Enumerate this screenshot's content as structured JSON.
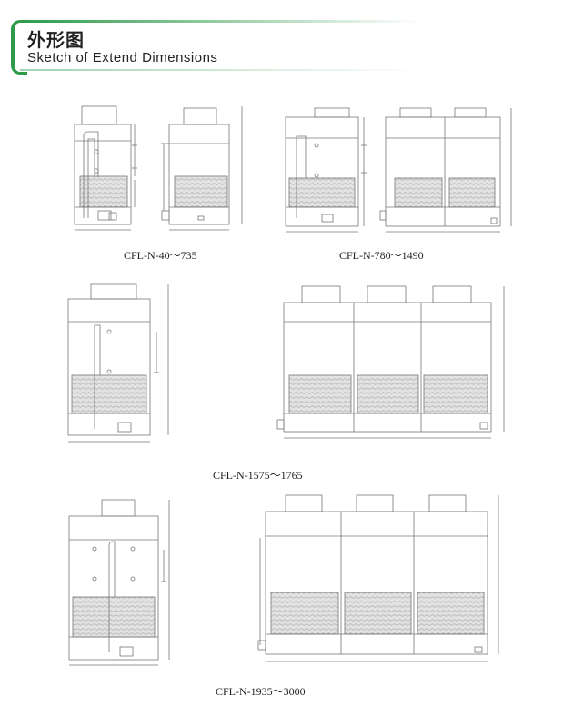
{
  "header": {
    "title_zh": "外形图",
    "title_en": "Sketch of Extend Dimensions"
  },
  "captions": [
    "CFL-N-40～735",
    "CFL-N-780～1490",
    "CFL-N-1575～1765",
    "CFL-N-1935～3000"
  ],
  "colors": {
    "accent": "#2e9a4a",
    "line": "#777777",
    "fill": "#dcdcdc"
  }
}
